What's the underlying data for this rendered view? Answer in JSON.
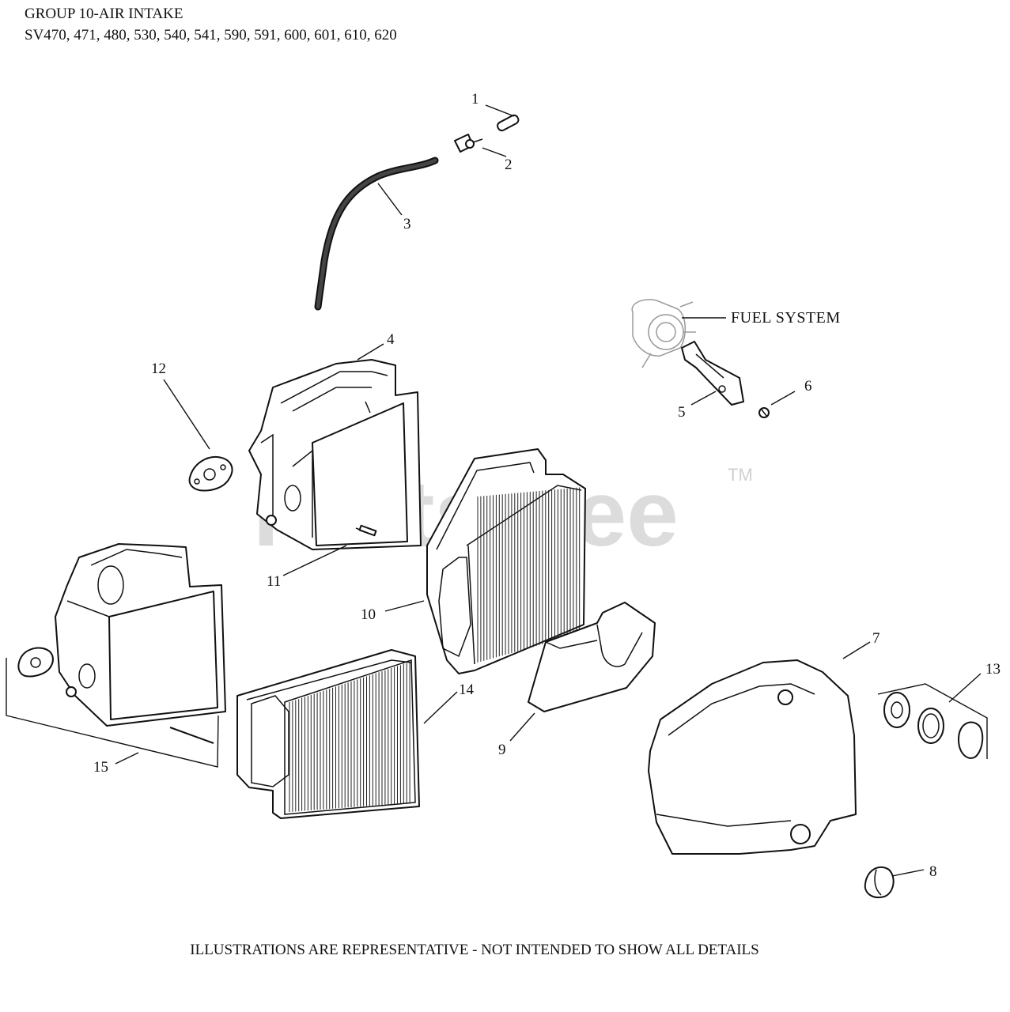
{
  "header": {
    "title": "GROUP 10-AIR INTAKE",
    "models": "SV470, 471, 480, 530, 540, 541, 590, 591, 600, 601, 610, 620"
  },
  "footer": "ILLUSTRATIONS ARE REPRESENTATIVE - NOT INTENDED TO SHOW ALL DETAILS",
  "watermark": {
    "text": "PartsTree",
    "trademark": "TM"
  },
  "reference_label": "FUEL SYSTEM",
  "callouts": [
    {
      "id": "c1",
      "label": "1"
    },
    {
      "id": "c2",
      "label": "2"
    },
    {
      "id": "c3",
      "label": "3"
    },
    {
      "id": "c4",
      "label": "4"
    },
    {
      "id": "c5",
      "label": "5"
    },
    {
      "id": "c6",
      "label": "6"
    },
    {
      "id": "c7",
      "label": "7"
    },
    {
      "id": "c8",
      "label": "8"
    },
    {
      "id": "c9",
      "label": "9"
    },
    {
      "id": "c10",
      "label": "10"
    },
    {
      "id": "c11",
      "label": "11"
    },
    {
      "id": "c12",
      "label": "12"
    },
    {
      "id": "c13",
      "label": "13"
    },
    {
      "id": "c14",
      "label": "14"
    },
    {
      "id": "c15",
      "label": "15"
    }
  ]
}
